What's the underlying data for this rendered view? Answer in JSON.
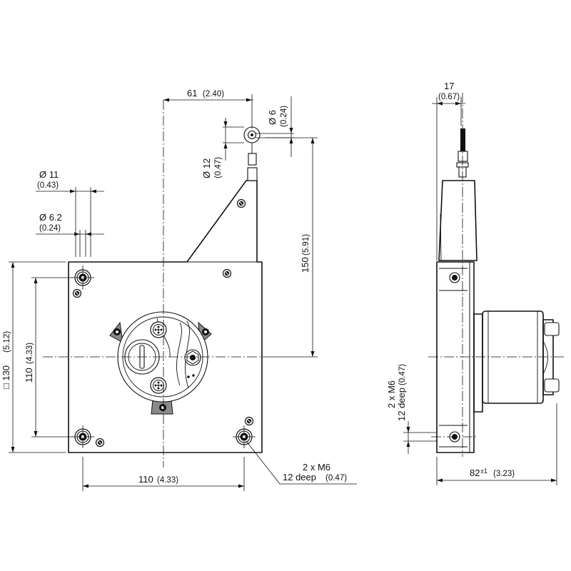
{
  "dimensions": {
    "top_width": {
      "value": "61",
      "sub": "(2.40)"
    },
    "eyelet_hole": {
      "value": "Ø 6",
      "sub": "(0.24)"
    },
    "eyelet_outer": {
      "value": "Ø 12",
      "sub": "(0.47)"
    },
    "hole_large": {
      "value": "Ø 11",
      "sub": "(0.43)"
    },
    "hole_small": {
      "value": "Ø 6.2",
      "sub": "(0.24)"
    },
    "height_150": {
      "value": "150",
      "sub": "(5.91)"
    },
    "square_130": {
      "value": "□ 130",
      "sub": "(5.12)"
    },
    "vert_110": {
      "value": "110",
      "sub": "(4.33)"
    },
    "horiz_110": {
      "value": "110",
      "sub": "(4.33)"
    },
    "thread_front": {
      "line1": "2 x M6",
      "line2": "12 deep",
      "sub": "(0.47)"
    },
    "side_17": {
      "value": "17",
      "sub": "(0.67)"
    },
    "thread_side": {
      "line1": "2 x M6",
      "line2": "12 deep",
      "sub": "(0.47)"
    },
    "depth_82": {
      "value": "82",
      "tol": "±1",
      "sub": "(3.23)"
    }
  }
}
